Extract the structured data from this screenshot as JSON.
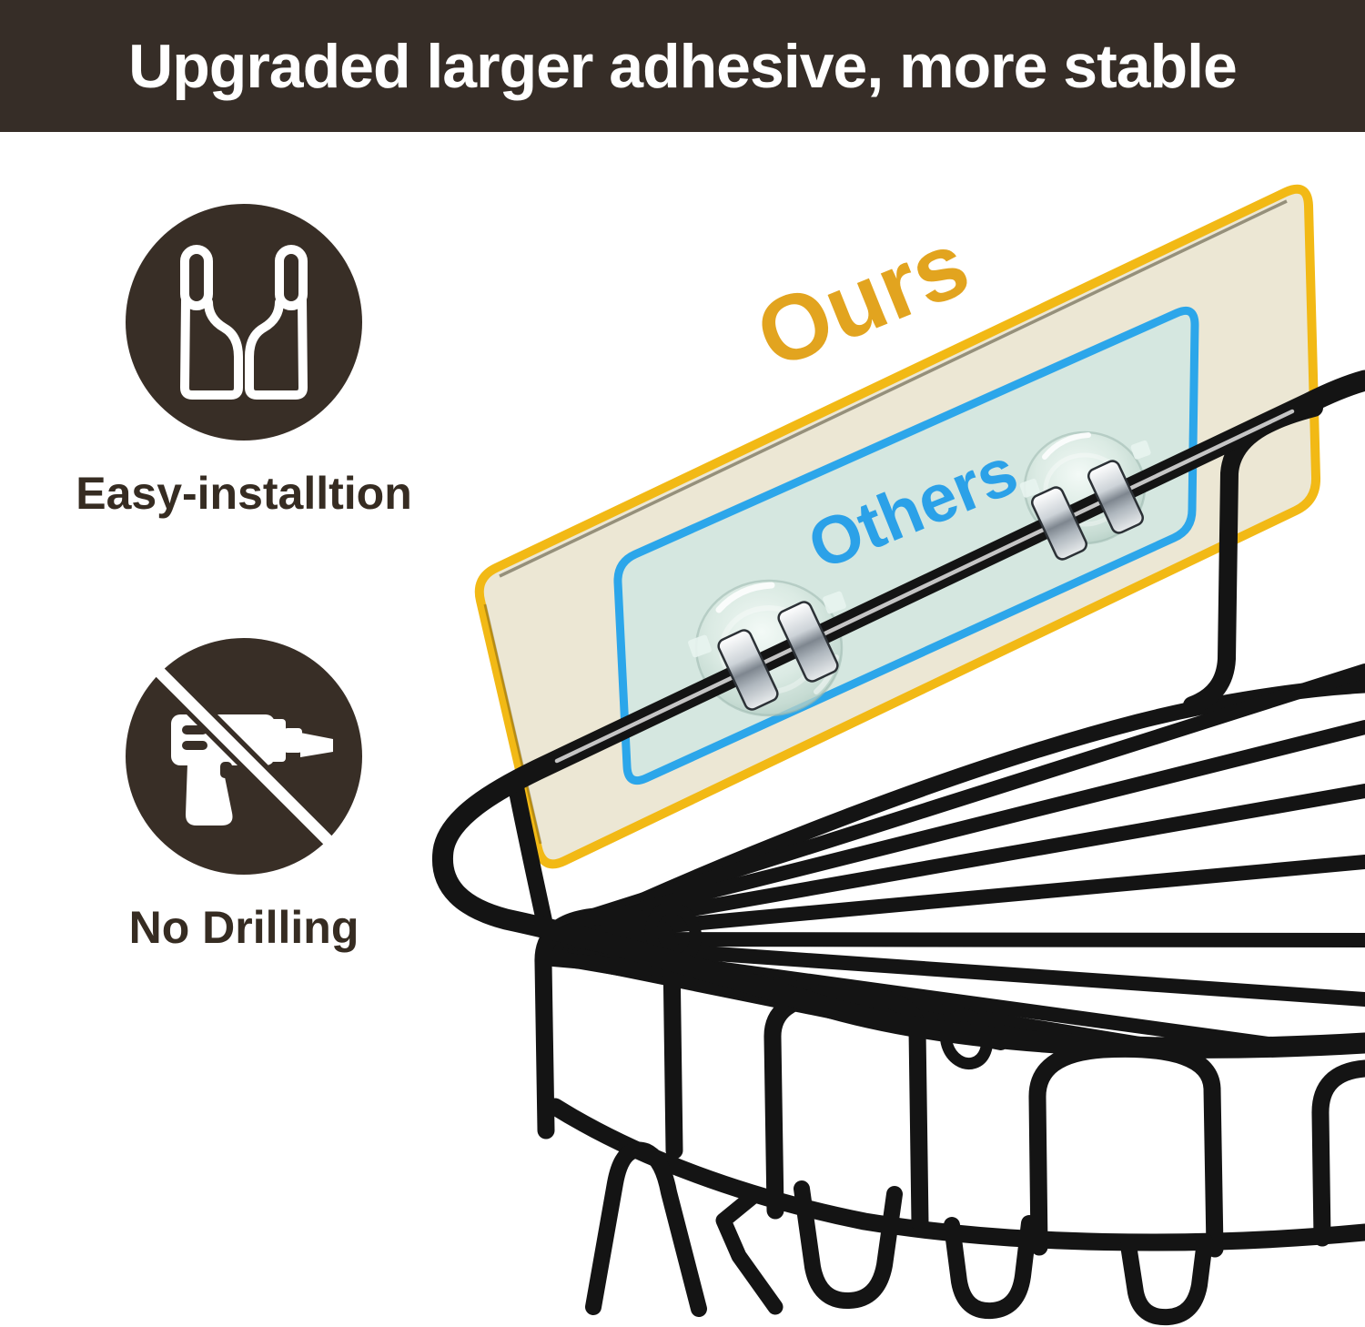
{
  "banner": {
    "title": "Upgraded larger adhesive, more stable"
  },
  "features": [
    {
      "icon": "open-hands-icon",
      "label": "Easy-installtion"
    },
    {
      "icon": "no-drilling-icon",
      "label": "No Drilling"
    }
  ],
  "comparison": {
    "ours_label": "Ours",
    "others_label": "Others"
  },
  "colors": {
    "banner_bg": "#362d27",
    "icon_circle": "#382e26",
    "label_text": "#362c22",
    "ours_panel_border": "#f2b915",
    "ours_panel_fill": "#ece7d4",
    "others_panel_border": "#2ca6ea",
    "others_panel_fill": "#d5e7e0",
    "ours_text": "#e2a41f",
    "others_text": "#2ba1e8",
    "wire": "#141414",
    "clip_metal": "#c9ced3"
  }
}
